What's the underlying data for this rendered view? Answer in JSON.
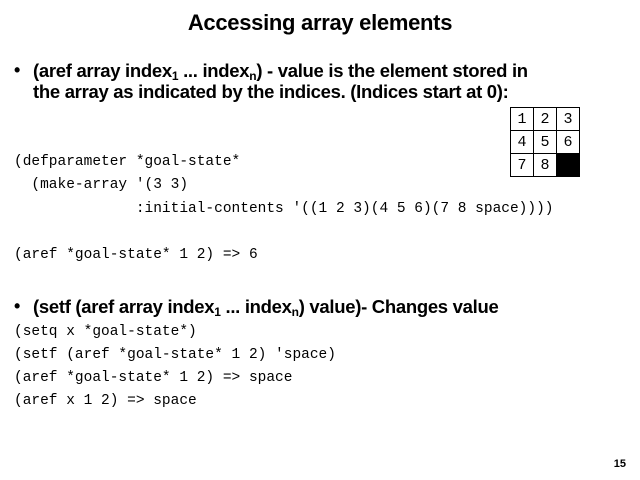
{
  "title": "Accessing array elements",
  "bullet1": {
    "line1_pre": "(aref array index",
    "line1_sub1": "1",
    "line1_mid": " ... index",
    "line1_sub2": "n",
    "line1_post": ") - value is the element stored in",
    "line2": "the array as indicated by the indices. (Indices start at 0):"
  },
  "grid": {
    "rows": [
      [
        "1",
        "2",
        "3"
      ],
      [
        "4",
        "5",
        "6"
      ],
      [
        "7",
        "8",
        ""
      ]
    ],
    "blank_color": "#000000"
  },
  "code1": [
    "(defparameter *goal-state*",
    "  (make-array '(3 3)",
    "              :initial-contents '((1 2 3)(4 5 6)(7 8 space))))"
  ],
  "code2": "(aref *goal-state* 1 2) => 6",
  "bullet2": {
    "pre": "(setf (aref array index",
    "sub1": "1",
    "mid": " ... index",
    "sub2": "n",
    "post": ") value)- Changes value"
  },
  "code3": [
    "(setq x *goal-state*)",
    "(setf (aref *goal-state* 1 2) 'space)",
    "(aref *goal-state* 1 2) => space",
    "(aref x 1 2) => space"
  ],
  "bullet_symbol": "•",
  "page_number": "15"
}
